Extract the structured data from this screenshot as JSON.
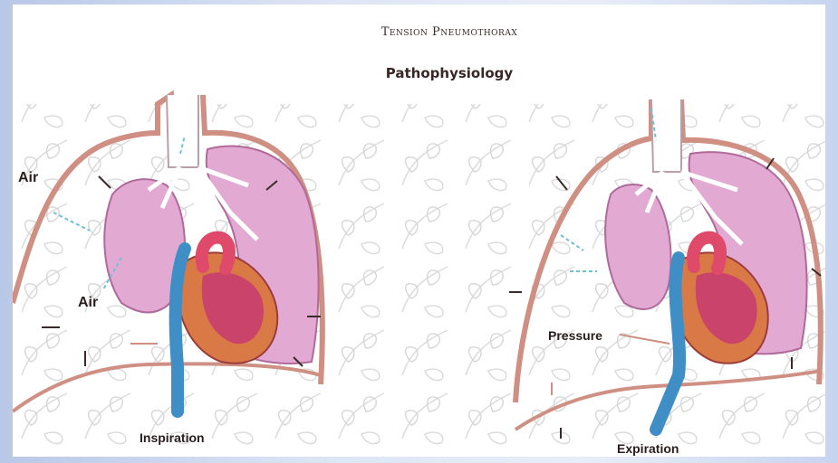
{
  "diagram": {
    "title": "Tension Pneumothorax",
    "subtitle": "Pathophysiology",
    "left_panel": {
      "air_label_1": "Air",
      "air_label_2": "Air",
      "caption": "Inspiration"
    },
    "right_panel": {
      "pressure_label": "Pressure",
      "caption": "Expiration"
    }
  },
  "colors": {
    "lung": "#e2a9d3",
    "lung_stroke": "#b06a9a",
    "chest_wall": "#cf8f82",
    "vein": "#3f8fc6",
    "artery": "#e04a6a",
    "heart": "#d97a46",
    "heart_inner": "#c9436a",
    "airway": "#ffffff",
    "arrow": "#3a2a2a",
    "air_arrow": "#6fc2d6"
  }
}
